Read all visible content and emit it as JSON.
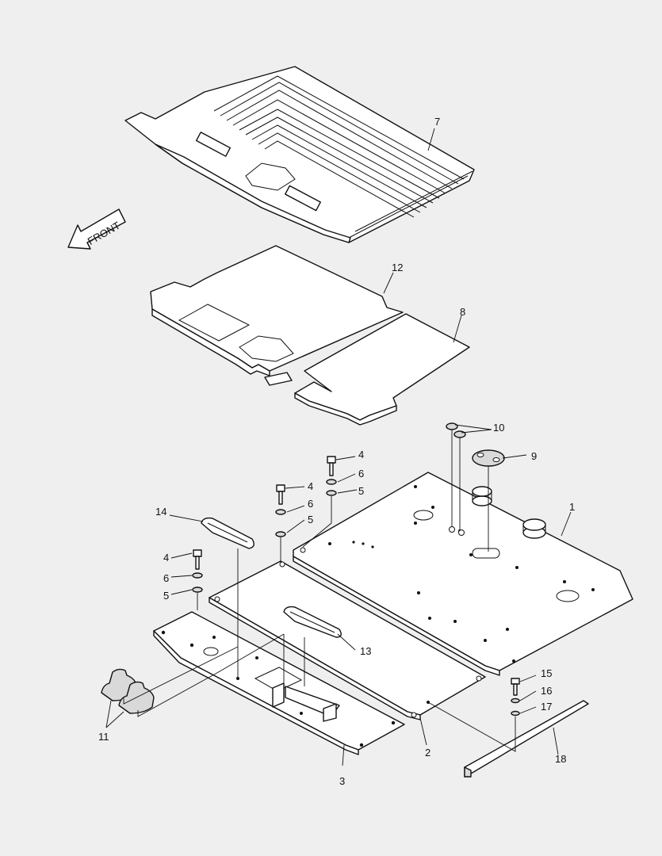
{
  "direction_label": "FRONT",
  "callouts": {
    "c1": "1",
    "c2": "2",
    "c3": "3",
    "c4a": "4",
    "c4b": "4",
    "c4c": "4",
    "c5a": "5",
    "c5b": "5",
    "c5c": "5",
    "c6a": "6",
    "c6b": "6",
    "c6c": "6",
    "c7": "7",
    "c8": "8",
    "c9": "9",
    "c10": "10",
    "c11": "11",
    "c12": "12",
    "c13": "13",
    "c14": "14",
    "c15": "15",
    "c16": "16",
    "c17": "17",
    "c18": "18"
  }
}
